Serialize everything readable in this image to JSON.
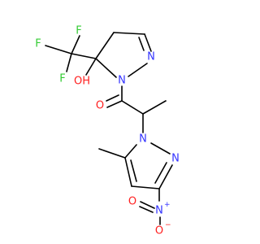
{
  "colors": {
    "carbon": "#000000",
    "nitrogen": "#3333ff",
    "oxygen": "#ff2020",
    "fluorine": "#33cc33",
    "background": "#ffffff"
  },
  "atoms": {
    "f_top": "F",
    "f_left": "F",
    "f_mid": "F",
    "o_hydroxyl": "OH",
    "n_pyrazoline_1": "N",
    "n_pyrazoline_2": "N",
    "o_carbonyl": "O",
    "n_pyrazole_1": "N",
    "n_pyrazole_2": "N",
    "n_nitro": "N",
    "n_nitro_charge": "+",
    "o_nitro_top": "O",
    "o_nitro_bottom": "O",
    "o_nitro_charge": "−"
  }
}
